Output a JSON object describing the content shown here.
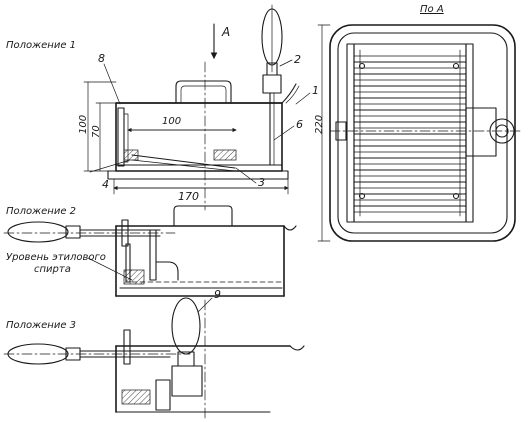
{
  "positions": {
    "p1": "Положение 1",
    "p2": "Положение 2",
    "p3": "Положение 3"
  },
  "view_label": "А",
  "view_title": "По А",
  "ethanol_label": {
    "line1": "Уровень этилового",
    "line2": "спирта"
  },
  "dimensions": {
    "height_100": "100",
    "height_70": "70",
    "inner_100": "100",
    "length_170": "170",
    "width_220": "220"
  },
  "callouts": {
    "c1": "1",
    "c2": "2",
    "c3": "3",
    "c4": "4",
    "c6": "6",
    "c8": "8",
    "c9": "9"
  }
}
